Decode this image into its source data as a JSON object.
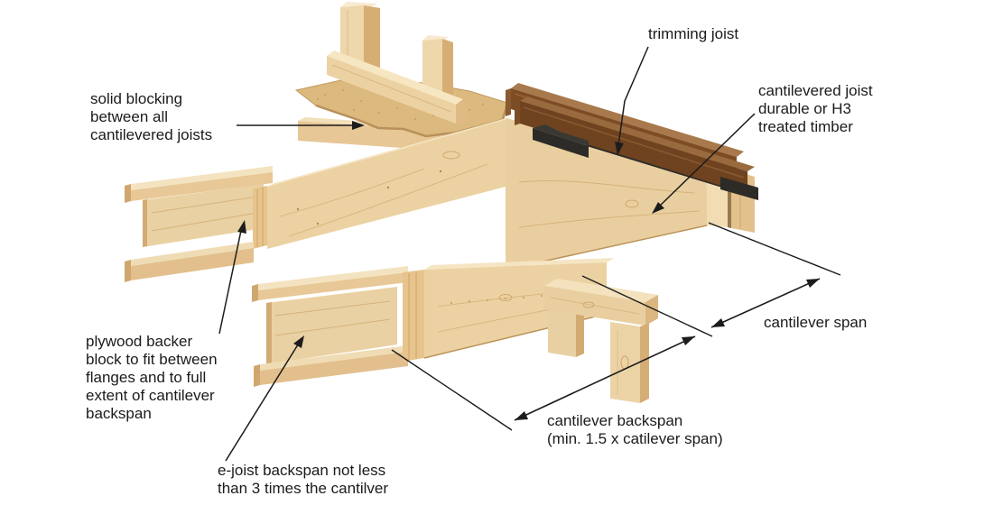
{
  "diagram": {
    "type": "timber-cantilever-construction-detail",
    "background": "#ffffff",
    "labels": {
      "trimming_joist": "trimming joist",
      "solid_blocking": [
        "solid blocking",
        "between all",
        "cantilevered joists"
      ],
      "cantilevered_joist": [
        "cantilevered joist",
        "durable or H3",
        "treated timber"
      ],
      "cantilever_span": "cantilever span",
      "cantilever_backspan": [
        "cantilever backspan",
        "(min. 1.5 x catilever span)"
      ],
      "plywood_backer": [
        "plywood backer",
        "block to fit between",
        "flanges and to full",
        "extent of cantilever",
        "backspan"
      ],
      "e_joist_backspan": [
        "e-joist backspan not less",
        "than 3 times the cantilver"
      ]
    },
    "colors": {
      "background": "#ffffff",
      "line": "#1c1c1c",
      "wood_face": "#ecd2a2",
      "wood_top": "#f5e5c3",
      "wood_side": "#d6ae74",
      "wood_end_grain": "#e8c48d",
      "plywood": "#e9cfa0",
      "chipboard": "#dcb97e",
      "hardwood_front": "#7d4c24",
      "hardwood_top": "#a8794c",
      "dpc_black": "#2d2b27"
    }
  }
}
